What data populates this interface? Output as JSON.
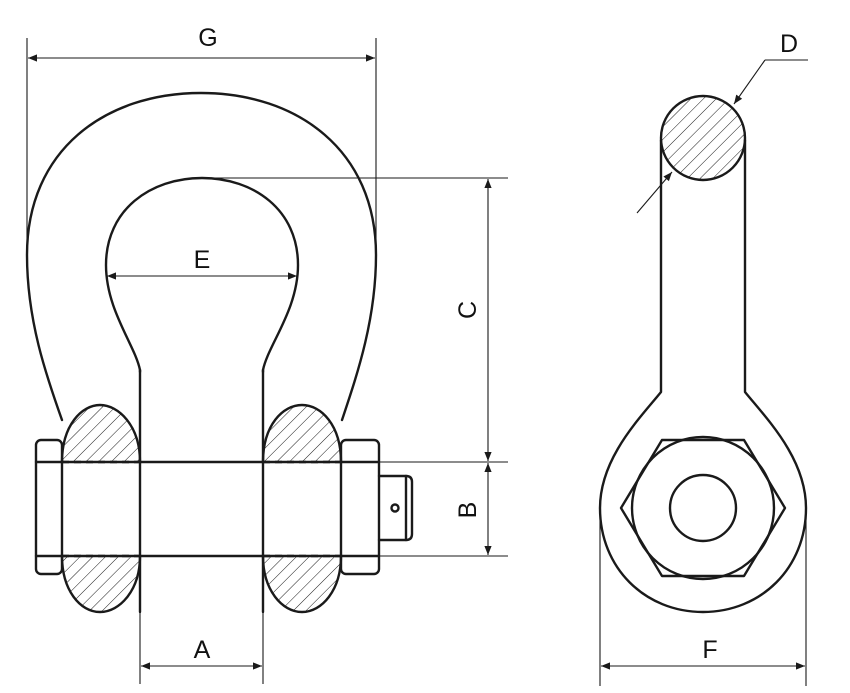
{
  "diagram": {
    "labels": {
      "A": "A",
      "B": "B",
      "C": "C",
      "D": "D",
      "E": "E",
      "F": "F",
      "G": "G"
    },
    "colors": {
      "line": "#1a1a1a",
      "background": "#ffffff"
    }
  }
}
